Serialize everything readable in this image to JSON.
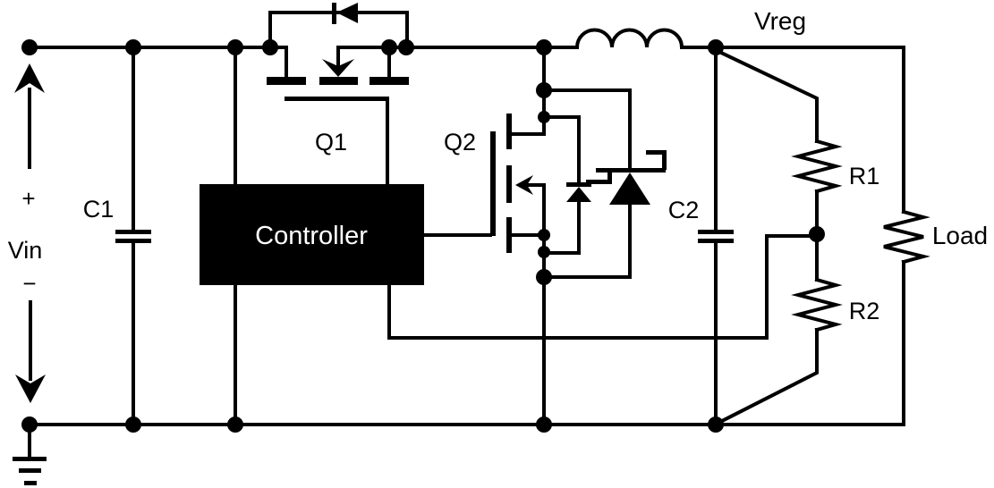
{
  "diagram": {
    "kind": "circuit-schematic",
    "subject": "synchronous buck voltage regulator with feedback divider",
    "colors": {
      "ink": "#000000",
      "background": "#ffffff",
      "controller_fill": "#000000",
      "controller_text": "#ffffff"
    },
    "labels": {
      "vin_plus": "+",
      "vin": "Vin",
      "vin_minus": "−",
      "c1": "C1",
      "q1": "Q1",
      "q2": "Q2",
      "controller": "Controller",
      "c2": "C2",
      "vreg": "Vreg",
      "r1": "R1",
      "r2": "R2",
      "load": "Load"
    }
  }
}
